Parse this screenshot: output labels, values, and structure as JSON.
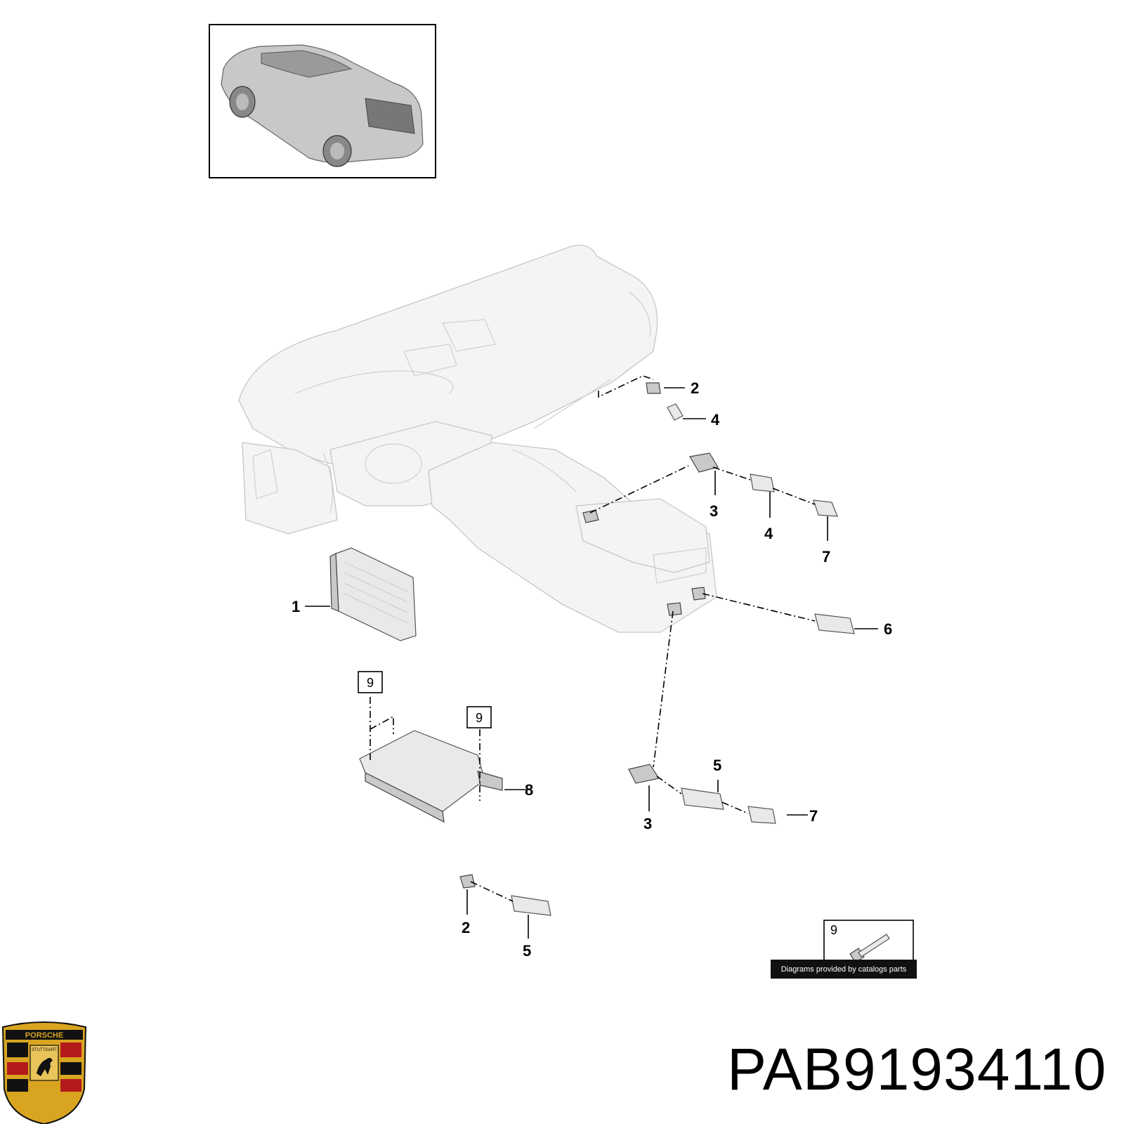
{
  "callouts": {
    "c1": "1",
    "c2a": "2",
    "c4a": "4",
    "c3a": "3",
    "c4b": "4",
    "c7a": "7",
    "c6": "6",
    "c9a": "9",
    "c9b": "9",
    "c8": "8",
    "c5a": "5",
    "c3b": "3",
    "c7b": "7",
    "c2b": "2",
    "c5b": "5",
    "c9legend": "9"
  },
  "credit": "Diagrams provided by catalogs parts",
  "part_number": "PAB91934110",
  "logo_text": "PORSCHE",
  "logo_subtext": "STUTTGART",
  "colors": {
    "logo_gold": "#d9a521",
    "logo_red": "#b31b1b",
    "logo_black": "#111111"
  }
}
